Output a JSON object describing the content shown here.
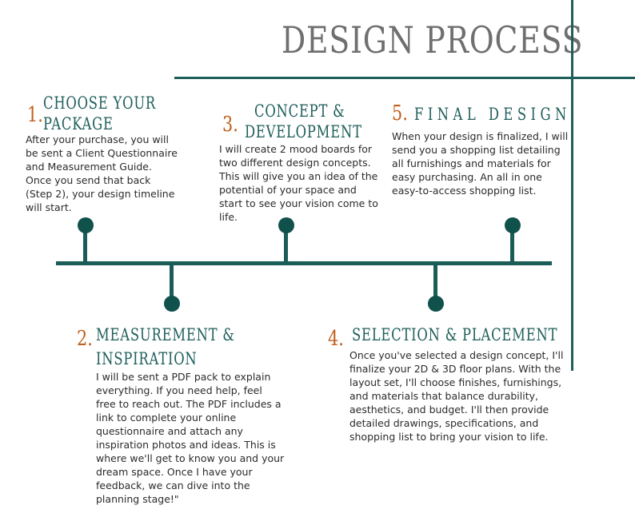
{
  "title": "DESIGN PROCESS",
  "steps": [
    {
      "number": "1.",
      "heading_line1": "CHOOSE YOUR",
      "heading_line2": "PACKAGE",
      "body": "After your purchase, you will be sent a Client Questionnaire and Measurement Guide. Once you send that back (Step 2), your design timeline will start."
    },
    {
      "number": "2.",
      "heading_line1": "MEASUREMENT &",
      "heading_line2": "INSPIRATION",
      "body": "I will be sent a PDF pack to explain everything. If you need help, feel free to reach out. The PDF includes a link to complete your online questionnaire and attach any inspiration photos and ideas. This is where we'll get to know you and your dream space. Once I have your feedback, we can dive into the planning stage!\""
    },
    {
      "number": "3.",
      "heading_line1": "CONCEPT &",
      "heading_line2": "DEVELOPMENT",
      "body": "I will create 2 mood boards for two different design concepts. This will give you an idea of the potential of your space and start to see your vision come to life."
    },
    {
      "number": "4.",
      "heading_line1": "SELECTION & PLACEMENT",
      "heading_line2": "",
      "body": "Once you've selected a design concept, I'll finalize your 2D & 3D floor plans. With the layout set, I'll choose finishes, furnishings, and materials that balance durability, aesthetics, and budget. I'll then provide detailed drawings, specifications, and shopping list to bring your vision to life."
    },
    {
      "number": "5.",
      "heading_line1": "FINAL DESIGN",
      "heading_line2": "",
      "body": "When your design is finalized, I will send you a shopping list detailing all furnishings and materials for easy purchasing. An all in one easy-to-access shopping list."
    }
  ]
}
